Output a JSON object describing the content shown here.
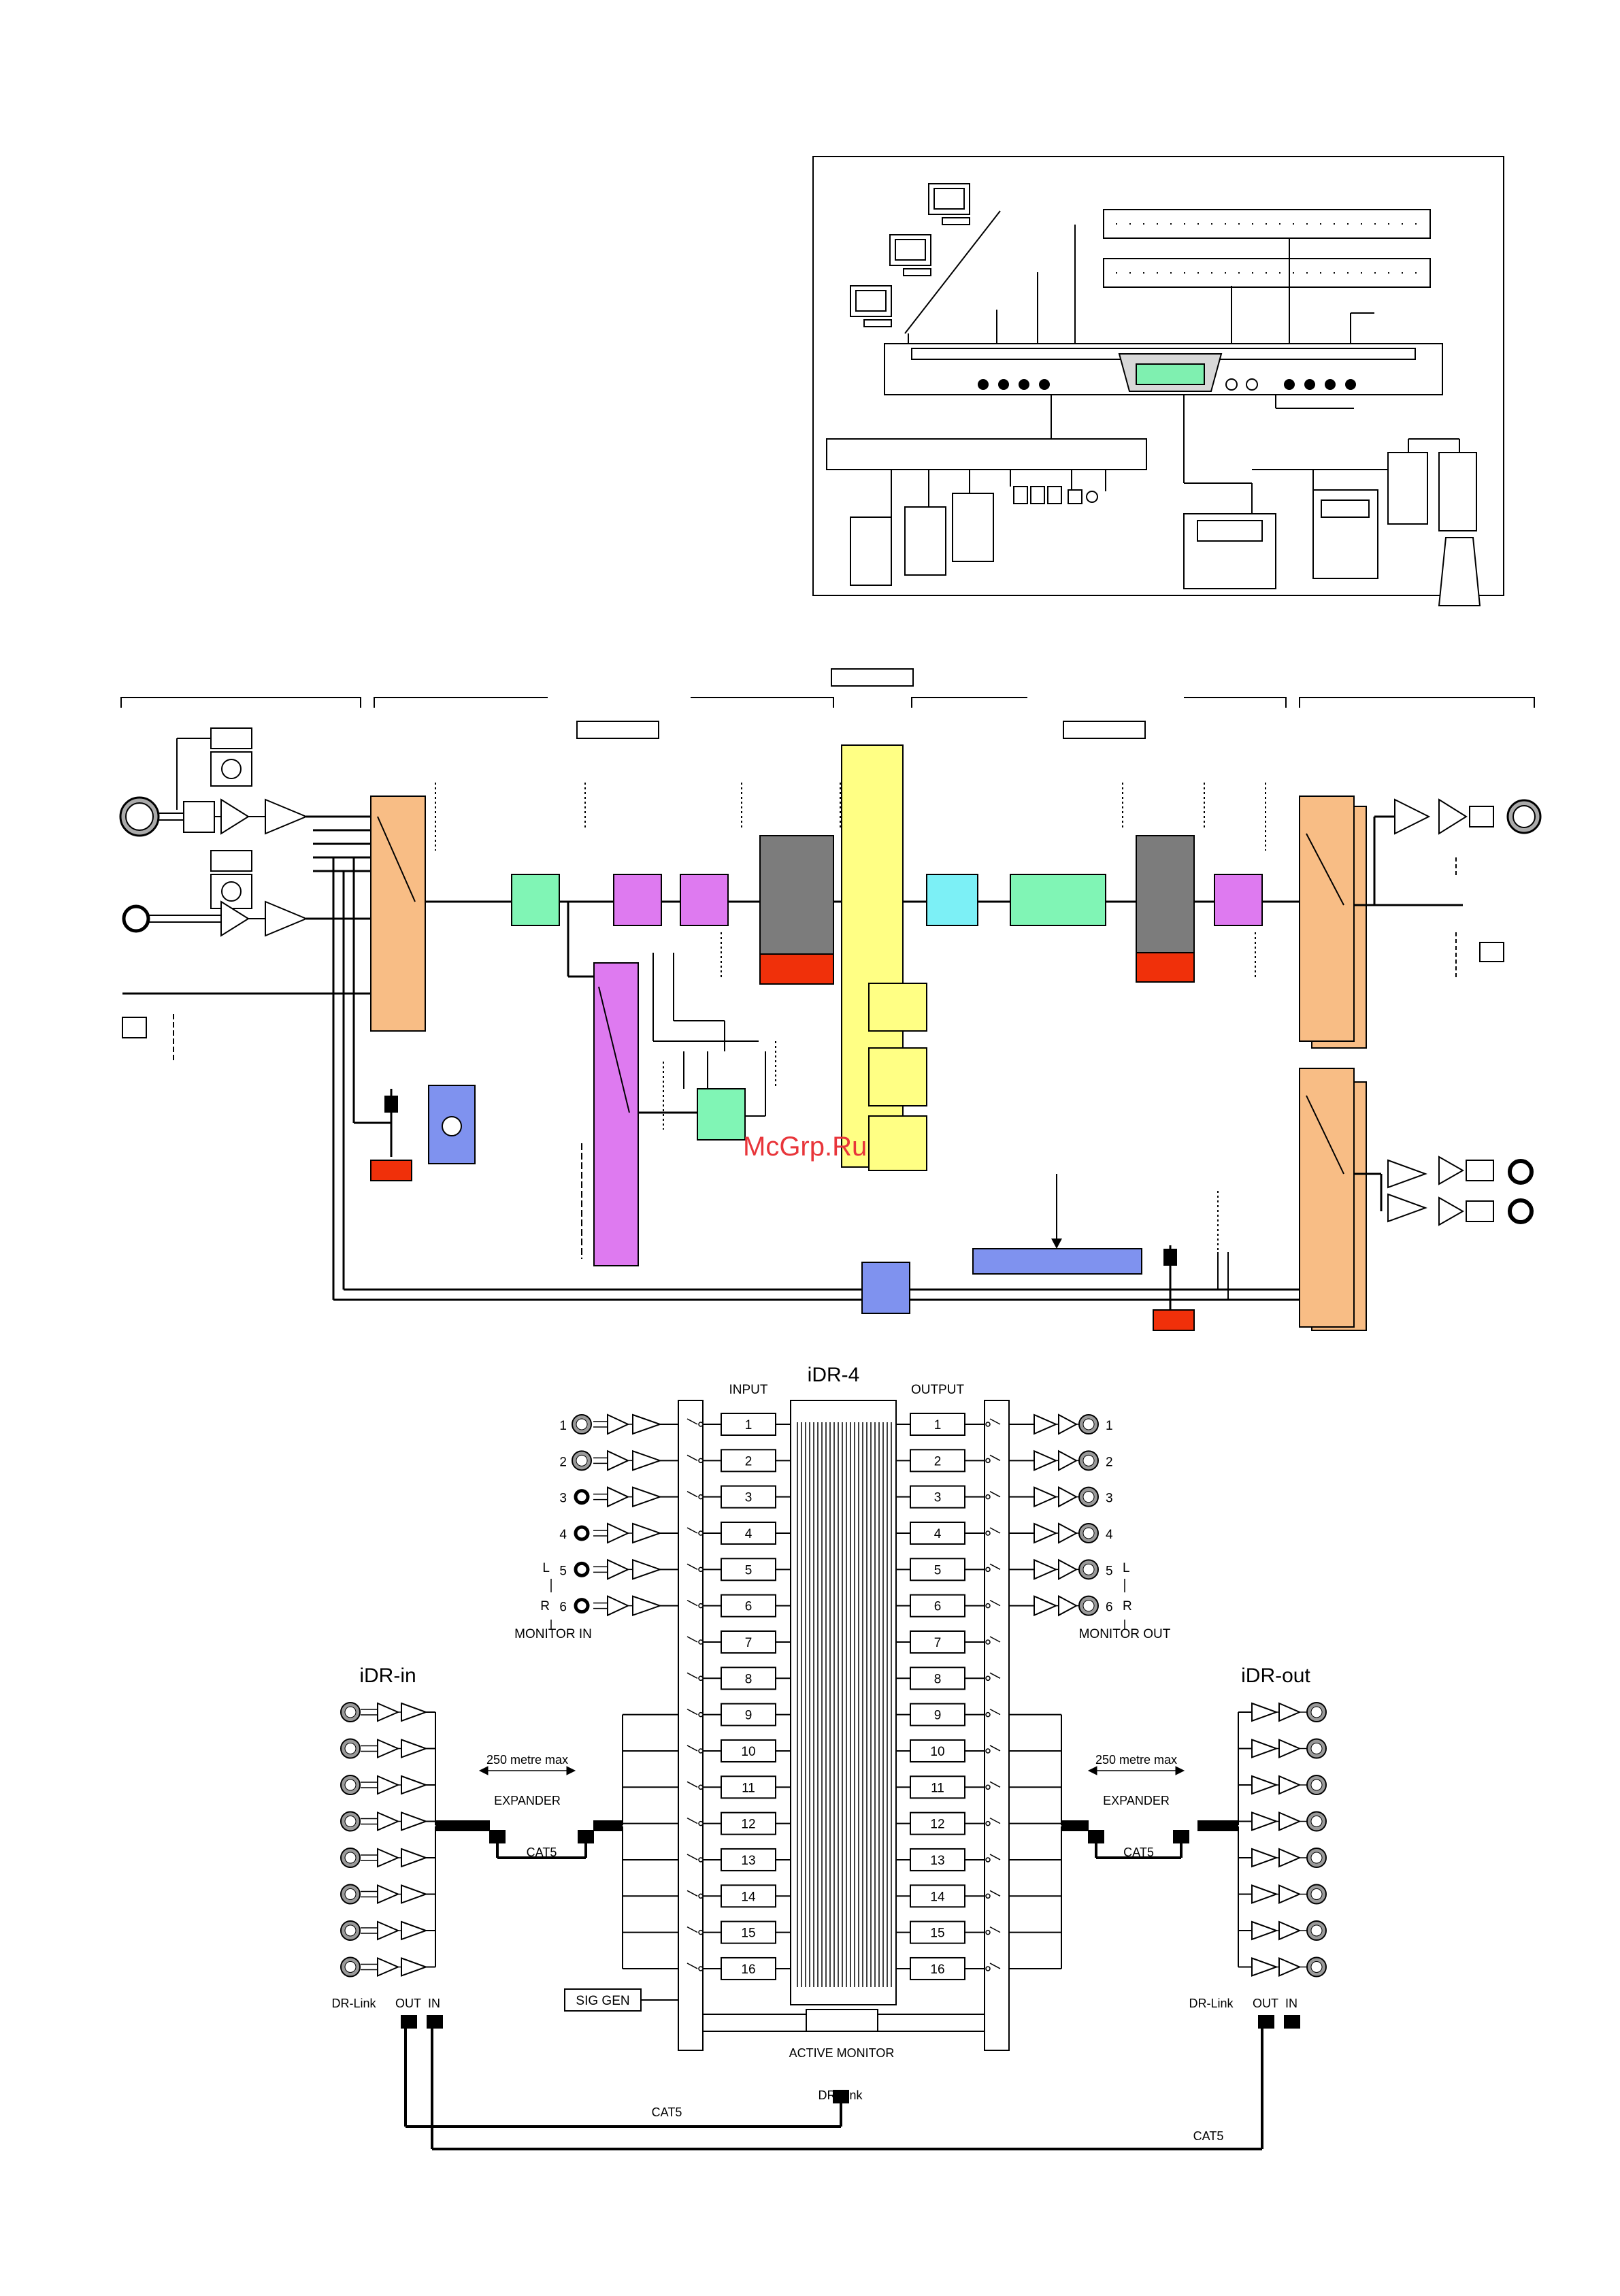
{
  "page": {
    "watermark": "McGrp.Ru"
  },
  "colors": {
    "orange": "#f8bd85",
    "green": "#80f5b5",
    "violet": "#de7af0",
    "yellow": "#ffff84",
    "blue": "#7f92ef",
    "cyan": "#7cf0f6",
    "red": "#f0300a",
    "grey": "#7c7c7c",
    "lcd": "#7ff0b0",
    "watermark": "#e8353a"
  },
  "routing": {
    "title": "iDR-4",
    "input_header": "INPUT",
    "output_header": "OUTPUT",
    "channels": [
      "1",
      "2",
      "3",
      "4",
      "5",
      "6",
      "7",
      "8",
      "9",
      "10",
      "11",
      "12",
      "13",
      "14",
      "15",
      "16"
    ],
    "left_side": {
      "connectors": [
        "1",
        "2",
        "3",
        "4",
        "5",
        "6"
      ],
      "stereo_l": "L",
      "stereo_r": "R",
      "monitor_label": "MONITOR IN"
    },
    "right_side": {
      "connectors": [
        "1",
        "2",
        "3",
        "4",
        "5",
        "6"
      ],
      "stereo_l": "L",
      "stereo_r": "R",
      "monitor_label": "MONITOR OUT"
    },
    "sig_gen": "SIG GEN",
    "active_monitor": "ACTIVE MONITOR",
    "dr_link": "DR-Link"
  },
  "expander_in": {
    "title": "iDR-in",
    "distance": "250 metre max",
    "expander": "EXPANDER",
    "cable": "CAT5",
    "link_label": "DR-Link",
    "out": "OUT",
    "in": "IN"
  },
  "expander_out": {
    "title": "iDR-out",
    "distance": "250 metre max",
    "expander": "EXPANDER",
    "cable": "CAT5",
    "link_label": "DR-Link",
    "out": "OUT",
    "in": "IN"
  },
  "link_cables": {
    "inner": "CAT5",
    "outer": "CAT5"
  }
}
